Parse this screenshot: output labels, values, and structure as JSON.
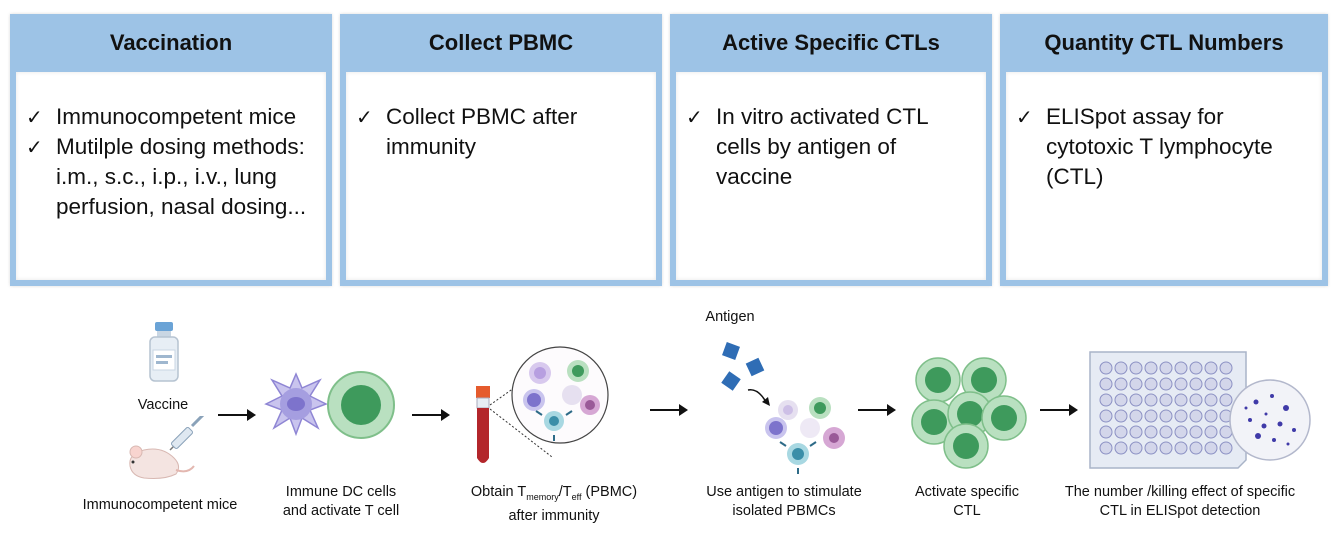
{
  "panels": [
    {
      "title": "Vaccination",
      "items": [
        "Immunocompetent mice",
        "Mutilple dosing methods: i.m., s.c., i.p., i.v., lung perfusion, nasal dosing..."
      ]
    },
    {
      "title": "Collect PBMC",
      "items": [
        "Collect PBMC after immunity"
      ]
    },
    {
      "title": "Active Specific CTLs",
      "items": [
        "In vitro activated CTL cells by antigen of vaccine"
      ]
    },
    {
      "title": "Quantity CTL Numbers",
      "items": [
        "ELISpot assay for cytotoxic T lymphocyte (CTL)"
      ]
    }
  ],
  "check_mark": "✓",
  "labels": {
    "vaccine": "Vaccine",
    "mice": "Immunocompetent mice",
    "dc_line1": "Immune DC cells",
    "dc_line2": "and activate T cell",
    "obtain_prefix": "Obtain T",
    "obtain_sub1": "memory",
    "obtain_slash": "/T",
    "obtain_sub2": "eff",
    "obtain_suffix": " (PBMC)",
    "obtain_line2": "after immunity",
    "antigen": "Antigen",
    "stim_line1": "Use antigen to stimulate",
    "stim_line2": "isolated PBMCs",
    "act_line1": "Activate specific",
    "act_line2": "CTL",
    "elispot_line1": "The number /killing effect of specific",
    "elispot_line2": "CTL in ELISpot detection"
  },
  "colors": {
    "panel_header": "#9dc3e6",
    "cell_green": "#7fbf8a",
    "dc_purple": "#9b8fd6",
    "blood_red": "#b3262b",
    "antigen_blue": "#2f6db5"
  }
}
